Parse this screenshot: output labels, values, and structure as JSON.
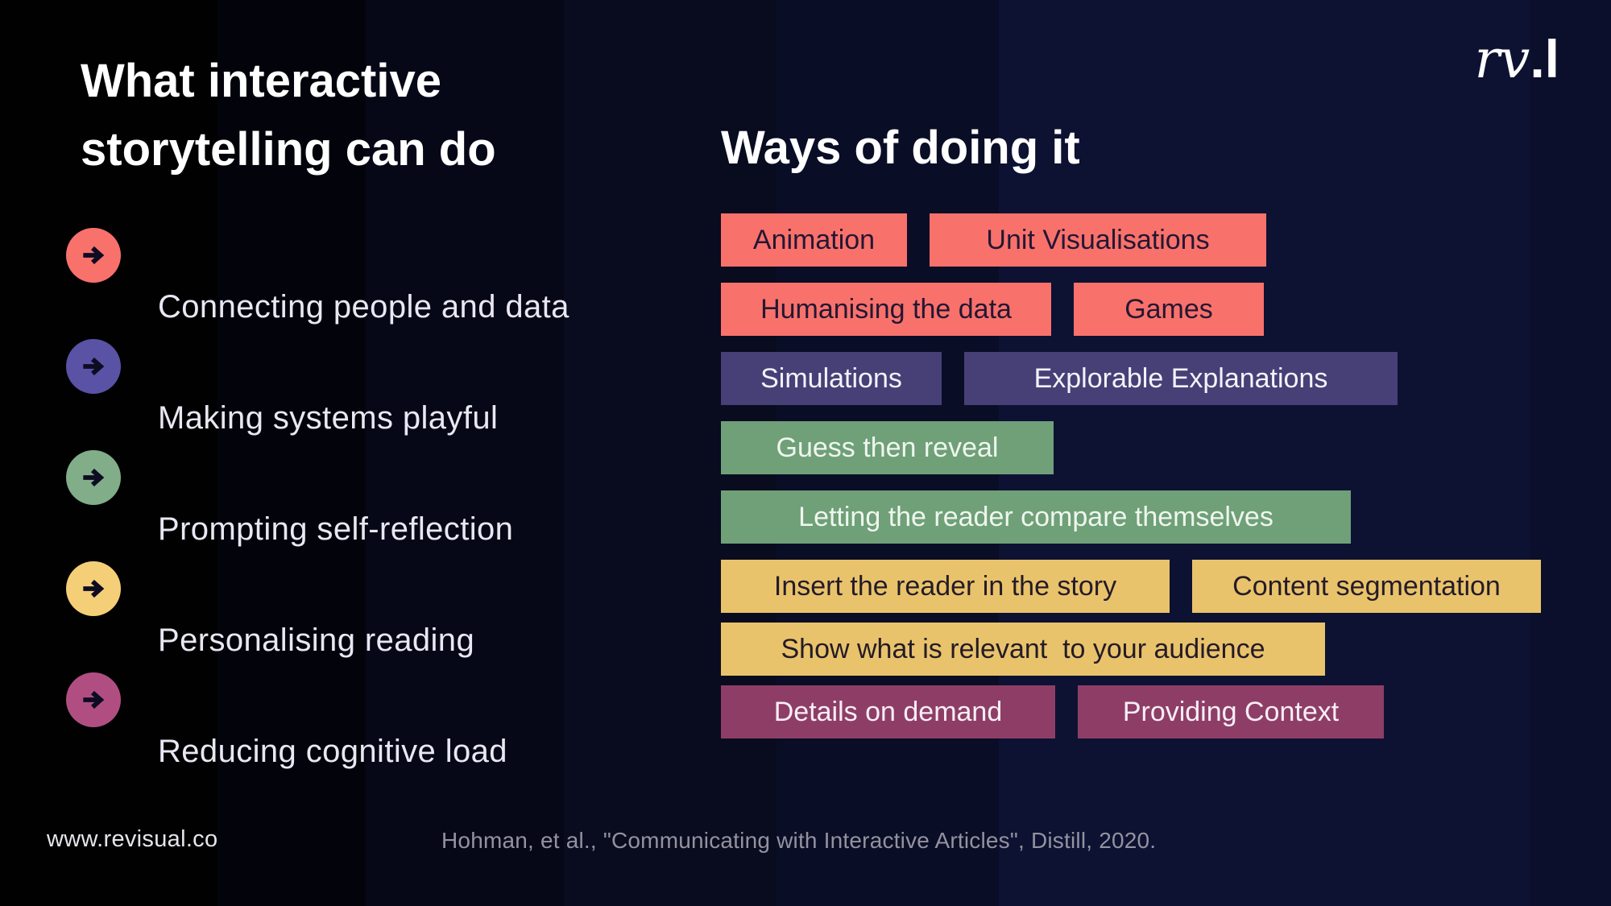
{
  "slide": {
    "title": "What interactive storytelling can do",
    "ways_heading": "Ways of doing it",
    "logo_parts": {
      "serif": "rv",
      "dot": ".",
      "sans": "l"
    },
    "footer": {
      "website": "www.revisual.co",
      "citation": "Hohman, et al., \"Communicating with Interactive Articles\", Distill, 2020."
    }
  },
  "capabilities": [
    {
      "label": "Connecting people and data",
      "color_name": "red",
      "icon": "arrow-right-circle",
      "icon_color": "#f9716b",
      "tag_color": "#f9716b",
      "methods": [
        "Animation",
        "Unit Visualisations",
        "Humanising the data",
        "Games"
      ]
    },
    {
      "label": "Making systems playful",
      "color_name": "purple",
      "icon": "arrow-right-circle",
      "icon_color": "#5a52a5",
      "tag_color": "#474077",
      "methods": [
        "Simulations",
        "Explorable Explanations"
      ]
    },
    {
      "label": "Prompting self-reflection",
      "color_name": "green",
      "icon": "arrow-right-circle",
      "icon_color": "#81ad89",
      "tag_color": "#6fa078",
      "methods": [
        "Guess then reveal",
        "Letting the reader compare themselves"
      ]
    },
    {
      "label": "Personalising reading",
      "color_name": "yellow",
      "icon": "arrow-right-circle",
      "icon_color": "#f4cf78",
      "tag_color": "#e9c36b",
      "methods": [
        "Insert the reader in the story",
        "Content segmentation",
        "Show what is relevant  to your audience"
      ]
    },
    {
      "label": "Reducing cognitive load",
      "color_name": "magenta",
      "icon": "arrow-right-circle",
      "icon_color": "#b04e82",
      "tag_color": "#8e3e66",
      "methods": [
        "Details on demand",
        "Providing Context"
      ]
    }
  ],
  "palette": {
    "background_left": "#010102",
    "background_right": "#0d1233",
    "title_text": "#ffffff",
    "list_text": "#e9e7f2",
    "tag_dark_text": "#231733",
    "tag_light_text": "#f3f2f8",
    "footer_url_text": "#e6e5ec",
    "footer_citation_text": "#94929f",
    "arrow_glyph": "#0d0c22"
  }
}
